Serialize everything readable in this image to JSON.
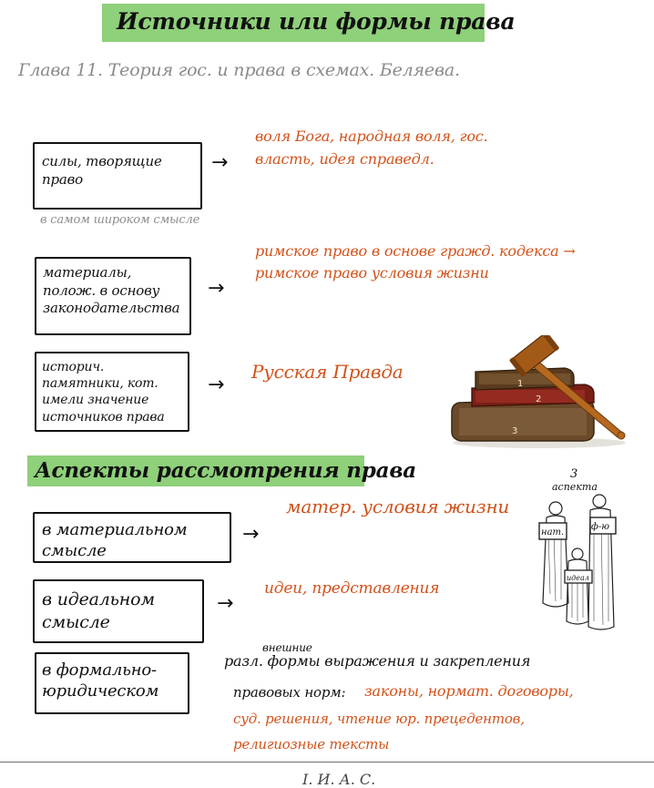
{
  "header": {
    "title": "Источники или формы права",
    "subtitle": "Глава 11. Теория гос. и права в схемах. Беляева."
  },
  "sources": [
    {
      "box_label": "силы, творящие право",
      "note": "в самом широком смысле",
      "arrow": "→",
      "result": "воля Бога, народная воля, гос. власть, идея справедл."
    },
    {
      "box_label": "материалы, полож. в основу законодательства",
      "arrow": "→",
      "result": "римское право в основе гражд. кодекса → римское право условия жизни"
    },
    {
      "box_label": "историч. памятники, кот. имели значение источников права",
      "arrow": "→",
      "result": "Русская Правда"
    }
  ],
  "gavel_image": {
    "book_numbers": [
      "1",
      "2",
      "3"
    ]
  },
  "section2": {
    "title": "Аспекты рассмотрения права"
  },
  "aspects": [
    {
      "box_label": "в материальном смысле",
      "arrow": "→",
      "result": "матер. условия жизни"
    },
    {
      "box_label": "в идеальном смысле",
      "arrow": "→",
      "result": "идеи, представления"
    },
    {
      "box_label": "в формально-юридическом",
      "line1": "разл. формы выражения и закрепления",
      "line1_note": "внешние",
      "line2_black": "правовых норм:",
      "line2_orange": "законы, нормат. договоры,",
      "line3": "суд. решения, чтение юр. прецедентов,",
      "line4": "религиозные тексты"
    }
  ],
  "aspects_image": {
    "number": "3",
    "label": "аспекта",
    "tag_nat": "нат.",
    "tag_fyu": "ф-ю",
    "tag_ideal": "идеал"
  },
  "footer": {
    "text": "I. И. А. С."
  },
  "colors": {
    "highlight_green": "#8fd07a",
    "annotation_orange": "#d2521a",
    "pen_black": "#111111",
    "pencil_gray": "#8a8a8a"
  }
}
